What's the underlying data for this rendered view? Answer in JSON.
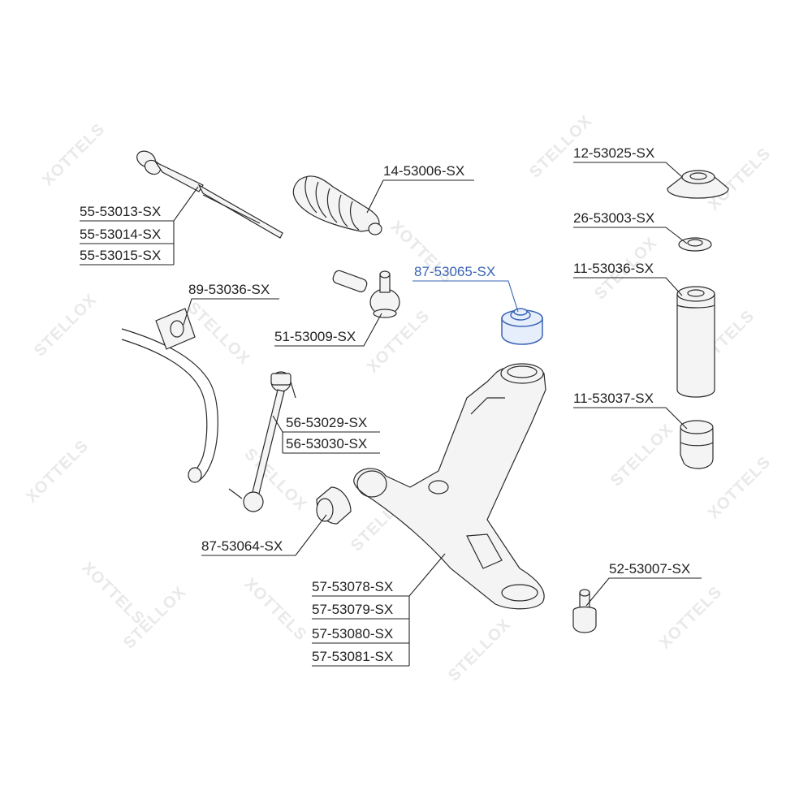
{
  "watermark": {
    "brand_a": "STELLOX",
    "brand_b": "XOTTELS"
  },
  "colors": {
    "highlight": "#3a64b4",
    "line": "#222222",
    "watermark": "#e9e9e9"
  },
  "labels": {
    "tie_rod_1": "55-53013-SX",
    "tie_rod_2": "55-53014-SX",
    "tie_rod_3": "55-53015-SX",
    "boot": "14-53006-SX",
    "highlight_bushing": "87-53065-SX",
    "tie_rod_end": "51-53009-SX",
    "stab_bushing": "89-53036-SX",
    "stab_link_1": "56-53029-SX",
    "stab_link_2": "56-53030-SX",
    "front_bushing": "87-53064-SX",
    "control_arm_1": "57-53078-SX",
    "control_arm_2": "57-53079-SX",
    "control_arm_3": "57-53080-SX",
    "control_arm_4": "57-53081-SX",
    "strut_mount": "12-53025-SX",
    "bearing": "26-53003-SX",
    "dust_boot": "11-53036-SX",
    "bump_stop": "11-53037-SX",
    "ball_joint": "52-53007-SX"
  }
}
